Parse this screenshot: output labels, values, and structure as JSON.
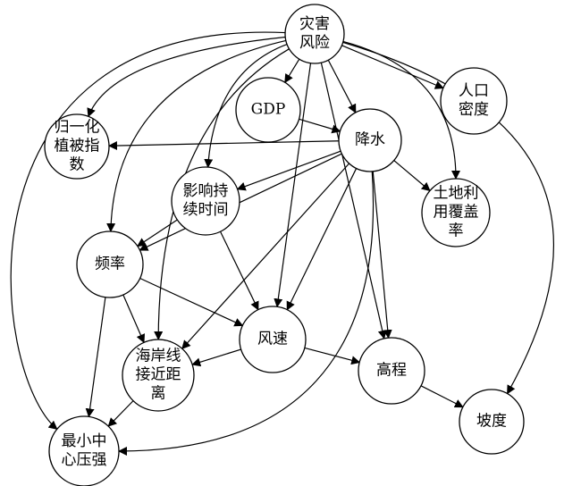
{
  "nodes": [
    {
      "id": "disaster_risk",
      "lines": [
        "灾害",
        "风险"
      ]
    },
    {
      "id": "gdp",
      "lines": [
        "GDP"
      ]
    },
    {
      "id": "pop_density",
      "lines": [
        "人口",
        "密度"
      ]
    },
    {
      "id": "ndvi",
      "lines": [
        "归一化",
        "植被指",
        "数"
      ]
    },
    {
      "id": "precipitation",
      "lines": [
        "降水"
      ]
    },
    {
      "id": "duration",
      "lines": [
        "影响持",
        "续时间"
      ]
    },
    {
      "id": "land_cover",
      "lines": [
        "土地利",
        "用覆盖",
        "率"
      ]
    },
    {
      "id": "frequency",
      "lines": [
        "频率"
      ]
    },
    {
      "id": "wind_speed",
      "lines": [
        "风速"
      ]
    },
    {
      "id": "coast_distance",
      "lines": [
        "海岸线",
        "接近距",
        "离"
      ]
    },
    {
      "id": "elevation",
      "lines": [
        "高程"
      ]
    },
    {
      "id": "slope",
      "lines": [
        "坡度"
      ]
    },
    {
      "id": "min_pressure",
      "lines": [
        "最小中",
        "心压强"
      ]
    }
  ],
  "edges": [
    {
      "from": "disaster_risk",
      "to": "gdp"
    },
    {
      "from": "disaster_risk",
      "to": "precipitation"
    },
    {
      "from": "disaster_risk",
      "to": "pop_density"
    },
    {
      "from": "disaster_risk",
      "to": "land_cover"
    },
    {
      "from": "disaster_risk",
      "to": "ndvi"
    },
    {
      "from": "disaster_risk",
      "to": "duration"
    },
    {
      "from": "disaster_risk",
      "to": "frequency"
    },
    {
      "from": "disaster_risk",
      "to": "coast_distance"
    },
    {
      "from": "disaster_risk",
      "to": "wind_speed"
    },
    {
      "from": "disaster_risk",
      "to": "elevation"
    },
    {
      "from": "disaster_risk",
      "to": "slope"
    },
    {
      "from": "disaster_risk",
      "to": "min_pressure"
    },
    {
      "from": "gdp",
      "to": "precipitation"
    },
    {
      "from": "precipitation",
      "to": "ndvi"
    },
    {
      "from": "precipitation",
      "to": "land_cover"
    },
    {
      "from": "precipitation",
      "to": "duration"
    },
    {
      "from": "precipitation",
      "to": "frequency"
    },
    {
      "from": "precipitation",
      "to": "coast_distance"
    },
    {
      "from": "precipitation",
      "to": "wind_speed"
    },
    {
      "from": "precipitation",
      "to": "elevation"
    },
    {
      "from": "precipitation",
      "to": "min_pressure"
    },
    {
      "from": "duration",
      "to": "frequency"
    },
    {
      "from": "duration",
      "to": "wind_speed"
    },
    {
      "from": "frequency",
      "to": "wind_speed"
    },
    {
      "from": "frequency",
      "to": "coast_distance"
    },
    {
      "from": "frequency",
      "to": "min_pressure"
    },
    {
      "from": "wind_speed",
      "to": "coast_distance"
    },
    {
      "from": "wind_speed",
      "to": "elevation"
    },
    {
      "from": "coast_distance",
      "to": "min_pressure"
    },
    {
      "from": "elevation",
      "to": "slope"
    }
  ]
}
